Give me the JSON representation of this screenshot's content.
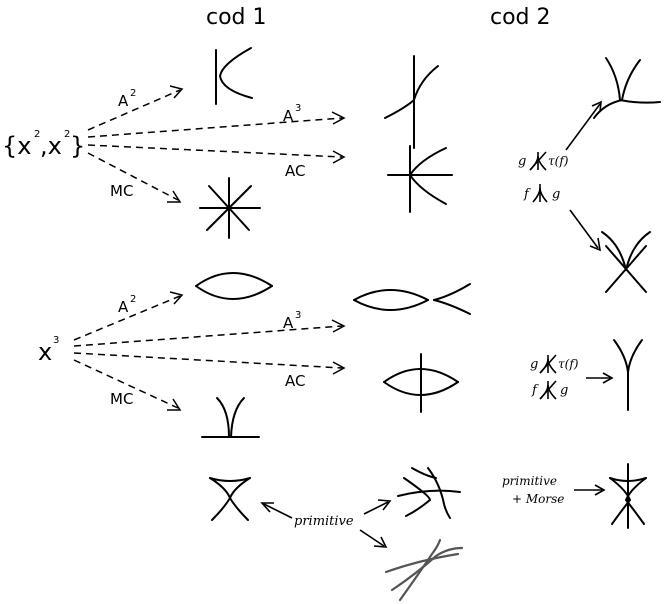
{
  "headers": {
    "col1": "cod 1",
    "col2": "cod 2"
  },
  "germs": {
    "first": {
      "base": "{x",
      "exp1": "2",
      "mid": ",x",
      "exp2": "2",
      "end": "}"
    },
    "second": {
      "base": "x",
      "exp": "3"
    }
  },
  "labels": {
    "a": "A",
    "two": "2",
    "three": "3",
    "ac": "AC",
    "mc": "MC",
    "primitive": "primitive",
    "primitive_morse_1": "primitive",
    "primitive_morse_2": "+ Morse"
  },
  "conditions": {
    "group1_line1_left": "g",
    "group1_line1_right": "τ(f)",
    "group1_line2_left": "f",
    "group1_line2_right": "g",
    "group2_line1_left": "g",
    "group2_line1_right": "τ(f)",
    "group2_line2_left": "f",
    "group2_line2_right": "g"
  }
}
